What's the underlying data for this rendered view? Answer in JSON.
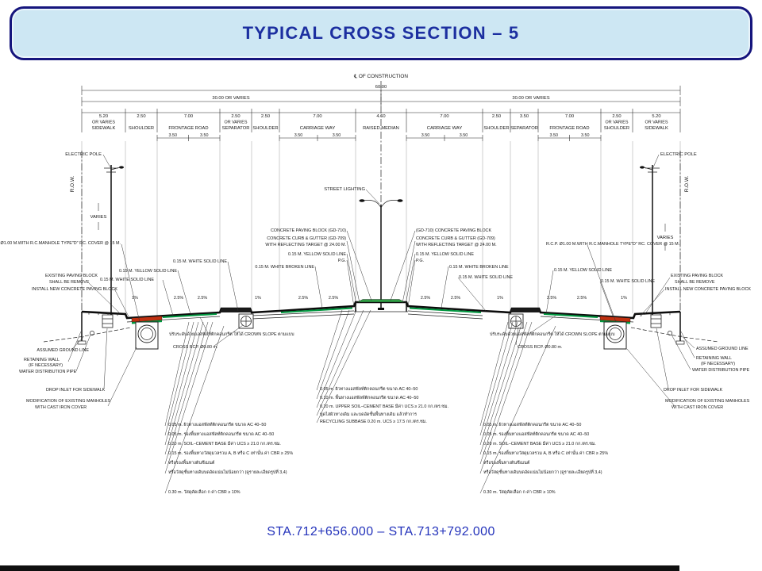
{
  "title": "TYPICAL CROSS SECTION – 5",
  "footer": "STA.712+656.000 – STA.713+792.000",
  "colors": {
    "title_bg": "#cde7f3",
    "title_border": "#15157d",
    "title_text": "#1c2fa0",
    "footer_text": "#2433bb",
    "ink": "#181818",
    "green": "#00973f",
    "red": "#c03010"
  },
  "dims": {
    "construction_cl": "℄ OF CONSTRUCTION",
    "total": "60.00",
    "half": "30.00 OR VARIES",
    "lane_half": "3.50",
    "segments": [
      {
        "w": "5.20",
        "sub": "OR VARIES",
        "name": "SIDEWALK"
      },
      {
        "w": "2.50",
        "name": "SHOULDER"
      },
      {
        "w": "7.00",
        "name": "FRONTAGE ROAD"
      },
      {
        "w": "2.50",
        "sub": "OR VARIES",
        "name": "SEPARATOR"
      },
      {
        "w": "2.50",
        "name": "SHOULDER"
      },
      {
        "w": "7.00",
        "name": "CARRIAGE WAY"
      },
      {
        "w": "4.60",
        "name": "RAISED MEDIAN"
      },
      {
        "w": "7.00",
        "name": "CARRIAGE WAY"
      },
      {
        "w": "2.50",
        "name": "SHOULDER"
      },
      {
        "w": "3.50",
        "name": "SEPARATOR"
      },
      {
        "w": "7.00",
        "name": "FRONTAGE ROAD"
      },
      {
        "w": "2.50",
        "sub": "OR VARIES",
        "name": "SHOULDER"
      },
      {
        "w": "5.20",
        "sub": "OR VARIES",
        "name": "SIDEWALK"
      }
    ]
  },
  "labels": {
    "electric_pole": "ELECTRIC POLE",
    "row": "R.O.W.",
    "varies": "VARIES",
    "street_lighting": "STREET LIGHTING",
    "rcp_manhole": "R.C.P. Ø1.00 M.WITH R.C.MANHOLE TYPE\"D\" RC. COVER @ 15 M.",
    "paving_block_left": "CONCRETE PAVING BLOCK (GD-710)",
    "paving_block_right": "(GD-710) CONCRETE PAVING BLOCK",
    "curb_gutter_1": "CONCRETE CURB & GUTTER (GD-709)",
    "curb_gutter_2": "WITH REFLECTING TARGET @ 24.00 M.",
    "yellow_solid": "0.15 M. YELLOW SOLID LINE",
    "white_solid": "0.15 M. WHITE SOLID LINE",
    "white_broken": "0.15 M. WHITE BROKEN LINE",
    "pg": "P.G.",
    "existing_paving_1": "EXISTING PAVING BLOCK",
    "existing_paving_2": "SHALL BE REMOVE",
    "install_new": "INSTALL NEW CONCRETE PAVING BLOCK",
    "assumed_ground": "ASSUMED GROUND LINE",
    "retaining_wall_1": "RETAINING WALL",
    "retaining_wall_2": "(IF NECESSARY)",
    "water_pipe": "WATER DISTRIBUTION PIPE",
    "drop_inlet": "DROP INLET FOR SIDEWALK",
    "manhole_mod_1": "MODIFICATION OF EXISTING MANHOLES",
    "manhole_mod_2": "WITH CAST IRON COVER",
    "crown_note": "ปรับระดับด้วยแอสฟัลท์ติกคอนกรีต ให้ได้ CROWN SLOPE ตามแบบ",
    "cross_rcp": "CROSS RCP. Ø0.80 m.",
    "slope_1": "1%",
    "slope_25": "2.5%"
  },
  "pavement_outer": [
    "0.05 m. ผิวทางแอสฟัลท์ติกคอนกรีต ขนาด AC 40–50",
    "0.05 m. รองพื้นทางแอสฟัลท์ติกคอนกรีต ขนาด AC 40–50",
    "0.20 m. SOIL–CEMENT BASE มีค่า UCS ≥ 21.0 กก./ตร.ซม.",
    "0.15 m. รองพื้นทางวัสดุมวลรวม A, B หรือ C เท่านั้น ค่า CBR ≥ 25%",
    "หรือรองพื้นทางดินซีเมนต์",
    "หรือวัสดุชั้นทางเดิมบดอัดแน่นไม่น้อยกว่า (ดูรายละเอียดรูปที่ 3,4)",
    "0.30 m. วัสดุคัดเลือก ก ค่า CBR ≥ 10%"
  ],
  "pavement_center": [
    "0.05 m. ผิวทางแอสฟัลท์ติกคอนกรีต ขนาด AC 40–50",
    "0.10 m. พื้นทางแอสฟัลท์ติกคอนกรีต ขนาด AC 40–50",
    "0.20 m. UPPER SOIL–CEMENT BASE มีค่า UCS ≥ 21.0 กก./ตร.ซม.",
    "ขูดไสผิวทางเดิม และบดอัดชั้นพื้นทางเดิม แล้วทำการ",
    "RECYCLING SUBBASE 0.20 m. UCS ≥ 17.5 กก./ตร.ซม."
  ]
}
